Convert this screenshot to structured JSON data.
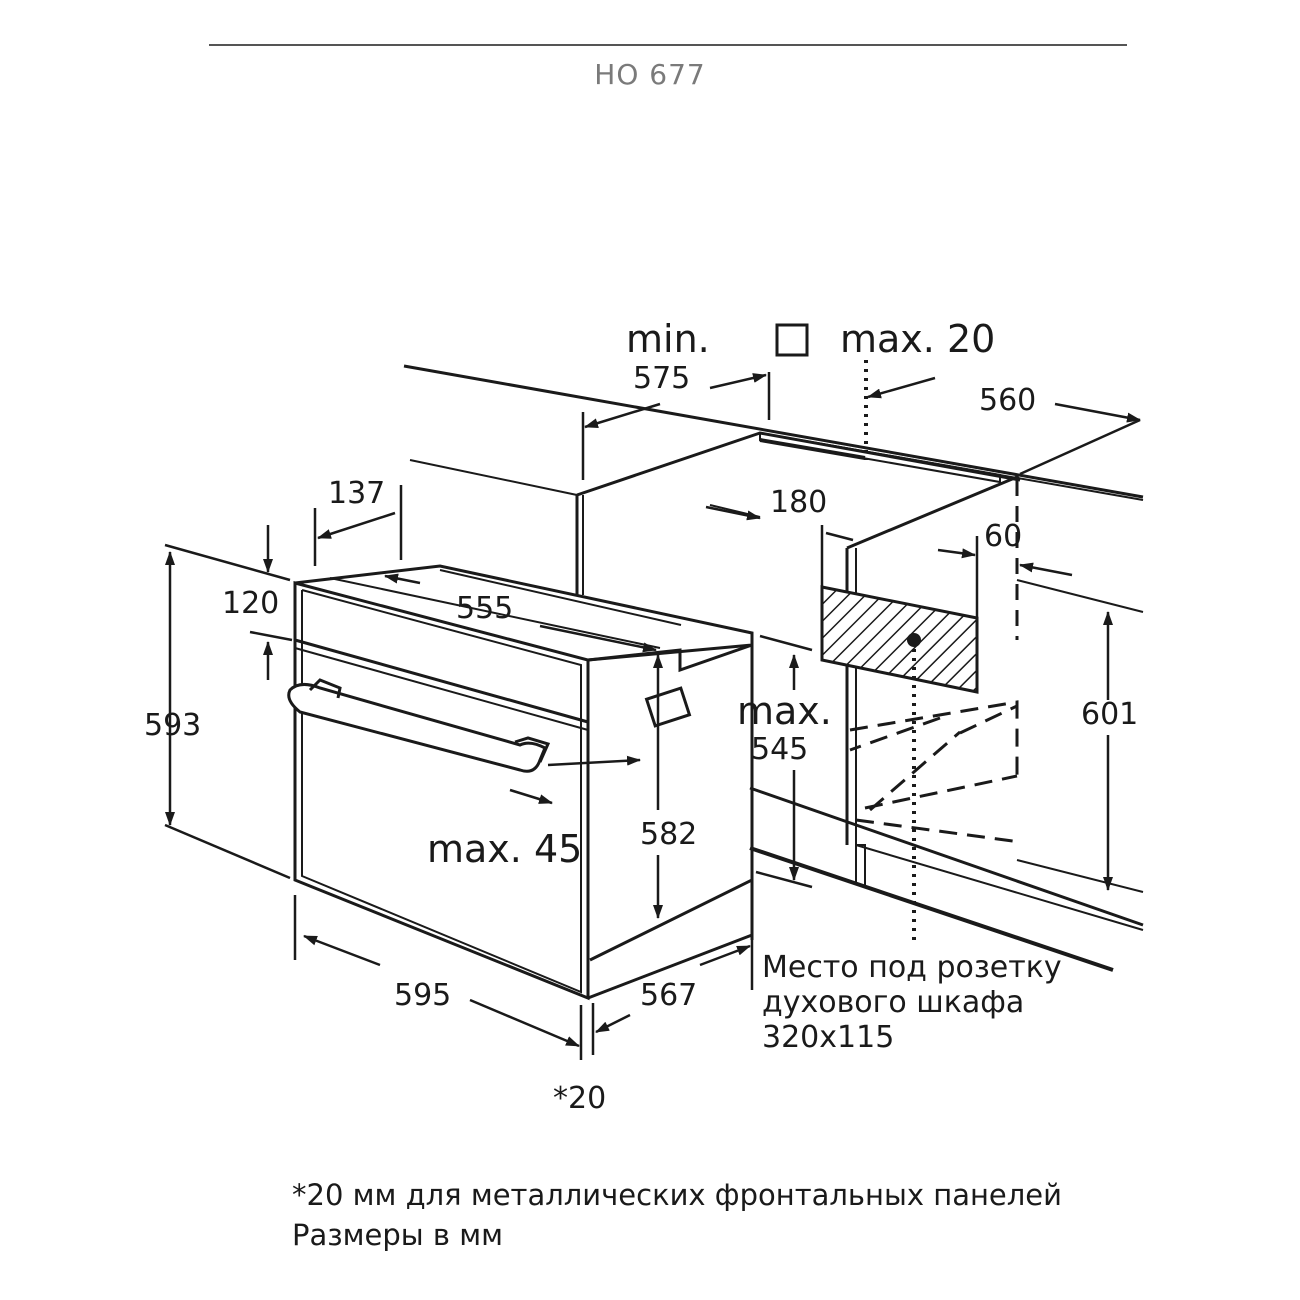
{
  "header": {
    "model": "HO 677"
  },
  "diagram": {
    "labels": {
      "min": "min.",
      "dim_575": "575",
      "max_20": "max. 20",
      "dim_560": "560",
      "dim_137": "137",
      "dim_180": "180",
      "dim_60": "60",
      "dim_593": "593",
      "dim_120": "120",
      "dim_555": "555",
      "dim_601": "601",
      "max": "max.",
      "dim_545": "545",
      "dim_582": "582",
      "max_45": "max. 45",
      "dim_595": "595",
      "dim_567": "567",
      "asterisk_20": "*20"
    },
    "socket_note": {
      "line1": "Место под розетку",
      "line2": "духового шкафа",
      "line3": "320x115"
    }
  },
  "footer": {
    "note": "*20 мм для металлических фронтальных панелей",
    "units": "Размеры в мм"
  }
}
